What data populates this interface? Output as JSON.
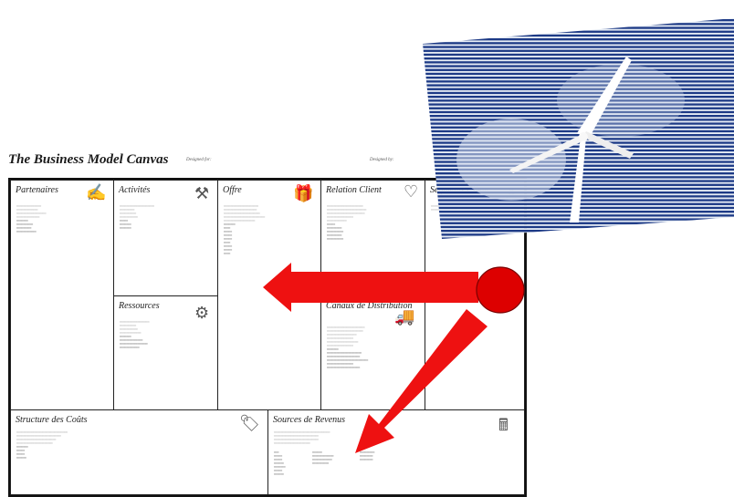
{
  "title": "The Business Model Canvas",
  "meta": {
    "designed_for": "Designed for:",
    "designed_by": "Designed by:"
  },
  "blocks": {
    "partners": "Partenaires",
    "activities": "Activités",
    "resources": "Ressources",
    "offer": "Offre",
    "relation": "Relation Client",
    "segments": "Segments Client",
    "channels": "Canaux de Distribution",
    "costs": "Structure des Coûts",
    "revenues": "Sources de Revenus"
  },
  "icons": {
    "partners": "handshake-icon",
    "activities": "worker-icon",
    "resources": "factory-worker-icon",
    "offer": "gift-icon",
    "relation": "heart-icon",
    "segments": "person-icon",
    "channels": "delivery-truck-icon",
    "costs": "price-tag-icon",
    "revenues": "cash-register-icon"
  },
  "colors": {
    "arrow": "#ee1111",
    "circle": "#dd0000",
    "photo_stripes": "#1a3a8a"
  }
}
